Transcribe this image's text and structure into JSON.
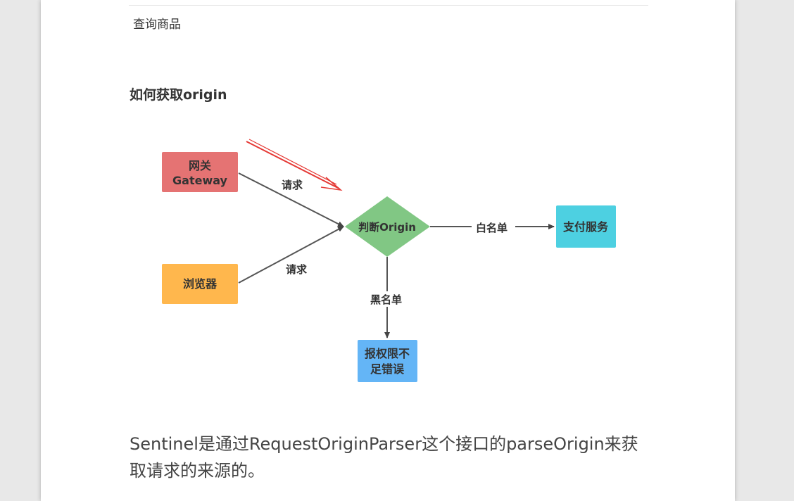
{
  "table": {
    "last_cell": "查询商品"
  },
  "section": {
    "heading": "如何获取origin"
  },
  "diagram": {
    "nodes": {
      "gateway": {
        "line1": "网关",
        "line2": "Gateway",
        "color": "#e57373"
      },
      "browser": {
        "label": "浏览器",
        "color": "#ffb74d"
      },
      "decision": {
        "label": "判断Origin",
        "color": "#81c784"
      },
      "payment": {
        "label": "支付服务",
        "color": "#4dd0e1"
      },
      "error": {
        "line1": "报权限不",
        "line2": "足错误",
        "color": "#64b5f6"
      }
    },
    "edges": {
      "gateway_request": "请求",
      "browser_request": "请求",
      "whitelist": "白名单",
      "blacklist": "黑名单"
    },
    "annotation_arrow_color": "#e53935"
  },
  "body_text": {
    "paragraph": "Sentinel是通过RequestOriginParser这个接口的parseOrigin来获取请求的来源的。"
  }
}
